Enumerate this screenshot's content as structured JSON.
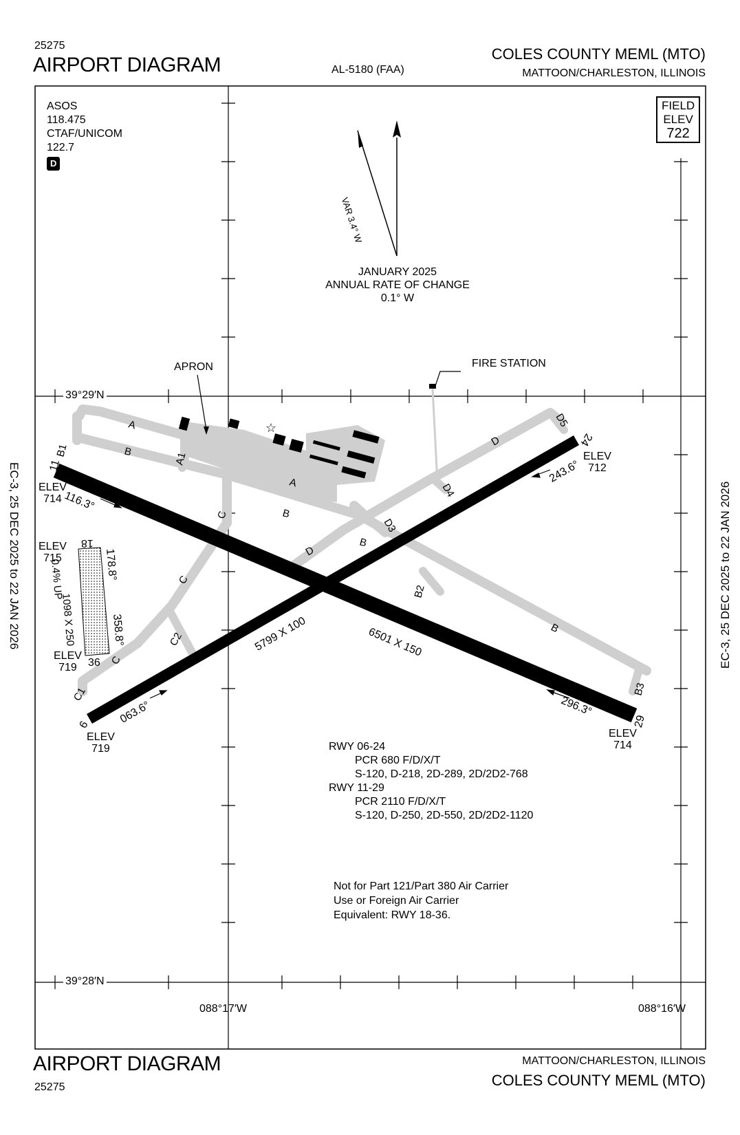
{
  "header": {
    "number": "25275",
    "title": "AIRPORT DIAGRAM",
    "procedure": "AL-5180 (FAA)",
    "airport": "COLES COUNTY MEML (MTO)",
    "location": "MATTOON/CHARLESTON, ILLINOIS"
  },
  "footer": {
    "number": "25275",
    "title": "AIRPORT DIAGRAM",
    "airport": "COLES COUNTY MEML (MTO)",
    "location": "MATTOON/CHARLESTON, ILLINOIS"
  },
  "side_labels": {
    "left": "EC-3,  25 DEC 2025  to  22 JAN 2026",
    "right": "EC-3,  25 DEC 2025  to  22 JAN 2026"
  },
  "comms": {
    "line1": "ASOS",
    "line2": "118.475",
    "line3": "CTAF/UNICOM",
    "line4": "122.7",
    "badge": "D"
  },
  "field_elev": {
    "l1": "FIELD",
    "l2": "ELEV",
    "l3": "722"
  },
  "magnetic": {
    "var": "VAR 3.4° W",
    "date": "JANUARY 2025",
    "rate_label": "ANNUAL RATE OF CHANGE",
    "rate": "0.1° W"
  },
  "coords": {
    "lat_top": "39°29′N",
    "lat_bottom": "39°28′N",
    "lon_left": "088°17′W",
    "lon_right": "088°16′W"
  },
  "features": {
    "apron": "APRON",
    "fire_station": "FIRE STATION"
  },
  "runways": {
    "rwy11": "11",
    "rwy29": "29",
    "rwy6": "6",
    "rwy24": "24",
    "rwy18": "18",
    "rwy36": "36",
    "dim_11_29": "6501 X 150",
    "dim_06_24": "5799 X 100",
    "hdg_116": "116.3°",
    "hdg_296": "296.3°",
    "hdg_063": "063.6°",
    "hdg_243": "243.6°",
    "hdg_178": "178.8°",
    "hdg_358": "358.8°",
    "grass_dim": "1098 X 250",
    "grass_grade": "0.4% UP"
  },
  "elevations": {
    "e11": [
      "ELEV",
      "714"
    ],
    "e24": [
      "ELEV",
      "712"
    ],
    "e29": [
      "ELEV",
      "714"
    ],
    "e6": [
      "ELEV",
      "719"
    ],
    "e18": [
      "ELEV",
      "715"
    ],
    "e36": [
      "ELEV",
      "719"
    ]
  },
  "taxiways": [
    "A",
    "A",
    "A1",
    "B",
    "B",
    "B",
    "B",
    "B1",
    "B2",
    "B3",
    "C",
    "C",
    "C",
    "C1",
    "C2",
    "D",
    "D",
    "D3",
    "D4",
    "D5"
  ],
  "notes": {
    "rwy0624": "RWY 06-24",
    "pcr0624": "PCR 680 F/D/X/T",
    "wt0624": "S-120, D-218, 2D-289, 2D/2D2-768",
    "rwy1129": "RWY 11-29",
    "pcr1129": "PCR 2110 F/D/X/T",
    "wt1129": "S-120, D-250, 2D-550, 2D/2D2-1120",
    "restrict1": "Not for Part 121/Part 380 Air Carrier",
    "restrict2": "Use or Foreign Air Carrier",
    "restrict3": "Equivalent: RWY 18-36."
  }
}
